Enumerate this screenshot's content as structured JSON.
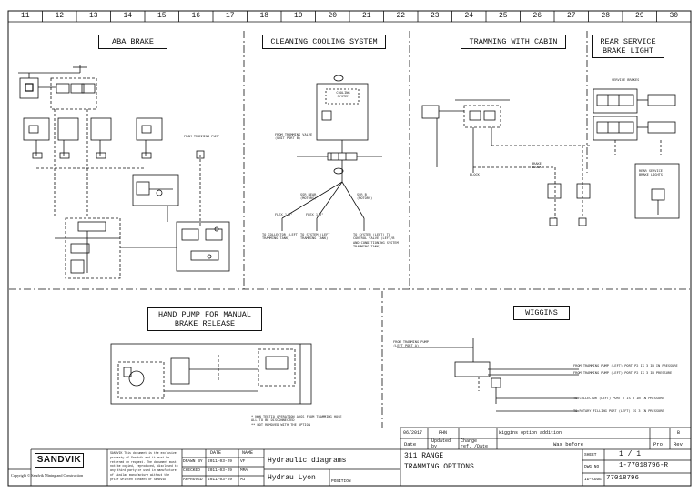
{
  "zones": [
    "11",
    "12",
    "13",
    "14",
    "15",
    "16",
    "17",
    "18",
    "19",
    "20",
    "21",
    "22",
    "23",
    "24",
    "25",
    "26",
    "27",
    "28",
    "29",
    "30"
  ],
  "section_titles": {
    "aba_brake": "ABA BRAKE",
    "cleaning": "CLEANING COOLING SYSTEM",
    "tramming": "TRAMMING WITH CABIN",
    "rear_service": "REAR SERVICE\nBRAKE LIGHT",
    "hand_pump": "HAND PUMP FOR MANUAL\nBRAKE RELEASE",
    "wiggins": "WIGGINS"
  },
  "notes": {
    "service_brakes": "SERVICE BRAKES",
    "from_tramming_pump": "FROM TRAMMING PUMP",
    "cooling_system": "COOLING\nSYSTEM",
    "from_tramming_valve": "FROM TRAMMING VALVE\n(UNIT PORT B)",
    "ssr_near": "SSR NEAR\n(MOTORS)",
    "ssr_b": "SSR B\n(MOTORS)",
    "flex_left": "FLEX 1/2\"",
    "flex_right": "FLEX 1/2\"",
    "to_collector": "TO COLLECTOR (LEFT\nTRAMMING TANK)",
    "to_system_tank": "TO SYSTEM (LEFT\nTRAMMING TANK)",
    "to_system_right": "TO SYSTEM (LEFT) TO\nCONTROL VALVE (LEFT/B\nAND CONDITIONING SYSTEM\nTRAMMING TANK)",
    "hand_pump_note": "* NON TERTIO OPERATION ARGS FROM TRAMMING HOSE\n  ALL TO BE DISCONNECTED\n** NOT REMOVED WITH THE OPTION",
    "wiggins_from_pump": "FROM TRAMMING PUMP\n(LEFT PORT A)",
    "wiggins_out1": "FROM TRAMMING PUMP (LEFT) PORT P2 IS 3 IN IN PRESSURE",
    "wiggins_out2": "FROM TRAMMING PUMP (LEFT) PORT P2 IS 3 IN PRESSURE",
    "wiggins_out3": "TO COLLECTOR (LEFT) PORT T IS 3 IN IN PRESSURE",
    "wiggins_out4": "TO ROTARY FILLING PORT (LEFT) IS 3 IN PRESSURE",
    "brake_block": "BRAKE\nBLOCK",
    "rear_service_box": "REAR SERVICE\nBRAKE LIGHTS",
    "block": "BLOCK"
  },
  "revision": {
    "date": "06/2017",
    "by": "PHN",
    "description": "Wiggins option addition",
    "rev": "B"
  },
  "revision_headers": {
    "date": "Date",
    "updated_by": "Updated\nby",
    "change_ref": "Change\nref. /Date",
    "was_before": "Was before",
    "pro": "Pro.",
    "rev": "Rev."
  },
  "company": {
    "logo_text": "SANDVIK",
    "copyright": "Copyright © Sandvik Mining and Construction",
    "confidential": "SANDVIK This document is the exclusive\nproperty of Sandvik and it must be\nreturned on request. The document must\nnot be copied, reproduced, disclosed to\nany third party or used in manufacture\nof similar manufacture without the\nprior written consent of Sandvik."
  },
  "approval": {
    "headers": [
      "",
      "DATE",
      "NAME"
    ],
    "rows": [
      {
        "role": "DRAWN BY",
        "date": "2011-03-29",
        "name": "VF"
      },
      {
        "role": "CHECKED",
        "date": "2011-03-29",
        "name": "MMA"
      },
      {
        "role": "APPROVED",
        "date": "2011-03-29",
        "name": "MJ"
      }
    ]
  },
  "drawing": {
    "title": "Hydraulic diagrams",
    "site": "Hydrau Lyon",
    "position_label": "POSITION",
    "range": "311 RANGE",
    "subtitle": "TRAMMING OPTIONS",
    "sheet_label": "SHEET",
    "sheet": "1 / 1",
    "dwg_label": "DWG NO",
    "dwg_no": "1-77018796-R",
    "idcode_label": "ID-CODE",
    "id_code": "77018796"
  }
}
